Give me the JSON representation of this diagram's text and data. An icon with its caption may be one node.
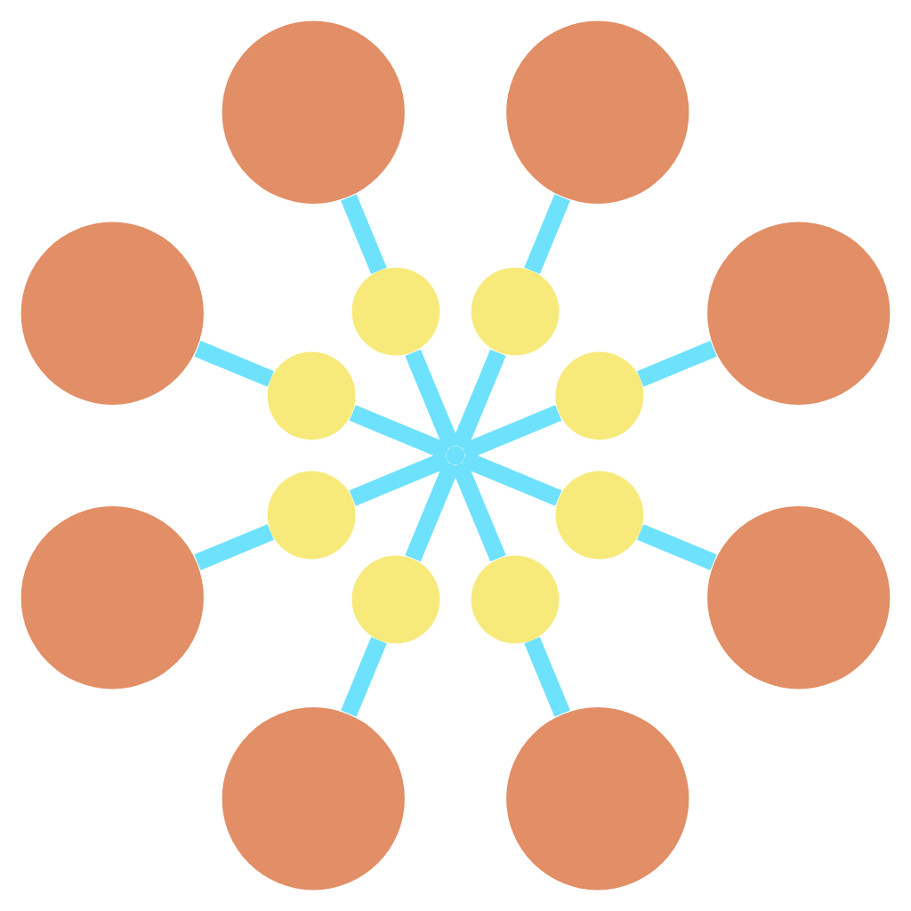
{
  "diagram": {
    "nodes": [
      {
        "text": [],
        "shape": "circle"
      },
      {
        "text": [],
        "shape": "circle"
      },
      {
        "text": [],
        "shape": "circle"
      },
      {
        "text": [],
        "shape": "circle"
      },
      {
        "text": [],
        "shape": "circle"
      },
      {
        "text": [],
        "shape": "circle"
      },
      {
        "text": [],
        "shape": "circle"
      },
      {
        "text": [],
        "shape": "circle"
      },
      {
        "text": [],
        "shape": "point"
      },
      {
        "text": [],
        "shape": "circle"
      },
      {
        "text": [],
        "shape": "circle"
      },
      {
        "text": [],
        "shape": "circle"
      },
      {
        "text": [],
        "shape": "circle"
      },
      {
        "text": [],
        "shape": "circle"
      },
      {
        "text": [],
        "shape": "circle"
      },
      {
        "text": [],
        "shape": "circle"
      },
      {
        "text": [],
        "shape": "circle"
      }
    ],
    "edges": [
      {
        "from": 8,
        "to": 7,
        "arrow": "none"
      },
      {
        "from": 8,
        "to": 4,
        "arrow": "none"
      },
      {
        "from": 8,
        "to": 3,
        "arrow": "none"
      },
      {
        "from": 8,
        "to": 6,
        "arrow": "none"
      },
      {
        "from": 8,
        "to": 9,
        "arrow": "none"
      },
      {
        "from": 8,
        "to": 12,
        "arrow": "none"
      },
      {
        "from": 8,
        "to": 13,
        "arrow": "none"
      },
      {
        "from": 8,
        "to": 10,
        "arrow": "none"
      },
      {
        "from": 7,
        "to": 5,
        "arrow": "none"
      },
      {
        "from": 4,
        "to": 1,
        "arrow": "none"
      },
      {
        "from": 3,
        "to": 0,
        "arrow": "none"
      },
      {
        "from": 6,
        "to": 2,
        "arrow": "none"
      },
      {
        "from": 9,
        "to": 11,
        "arrow": "none"
      },
      {
        "from": 12,
        "to": 15,
        "arrow": "none"
      },
      {
        "from": 13,
        "to": 16,
        "arrow": "none"
      },
      {
        "from": 10,
        "to": 14,
        "arrow": "none"
      }
    ]
  }
}
